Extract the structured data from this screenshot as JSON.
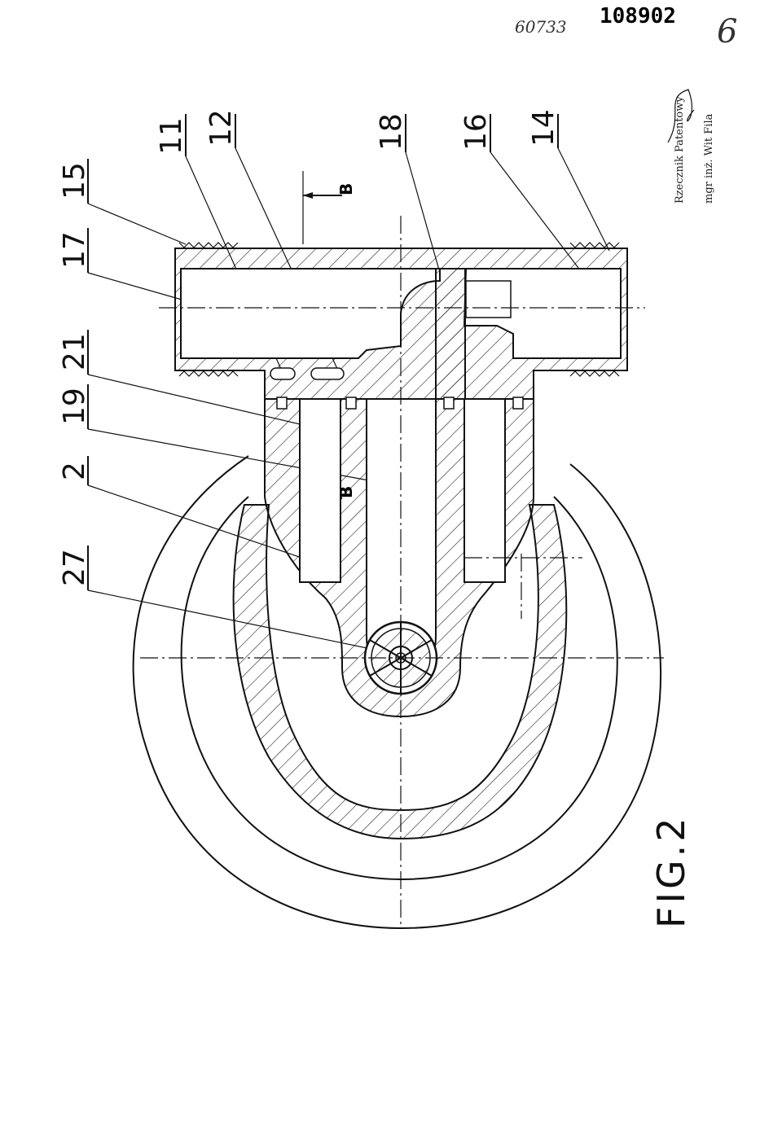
{
  "document_number": "108902",
  "handwritten_note": "60733",
  "sheet_number": "6",
  "figure_label": "FIG.2",
  "section_marker": "B",
  "reference_numerals": [
    "15",
    "17",
    "21",
    "19",
    "2",
    "27",
    "11",
    "12",
    "18",
    "16",
    "14"
  ],
  "stamp_lines": [
    "Rzecznik Patentowy",
    "mgr inż. Wit Fila"
  ]
}
